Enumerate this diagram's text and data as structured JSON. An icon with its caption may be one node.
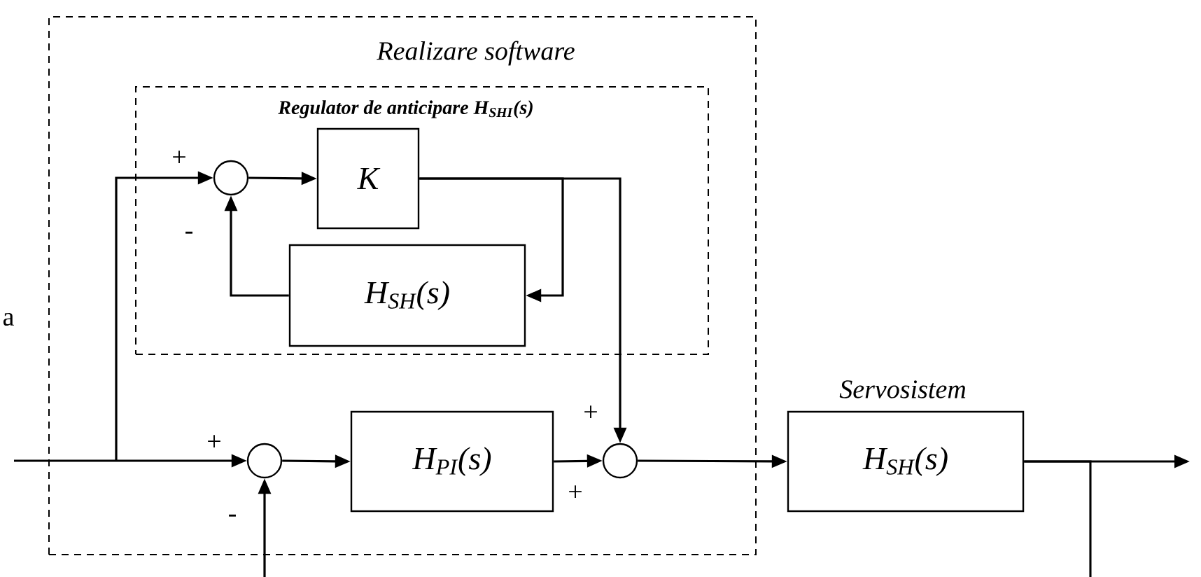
{
  "diagram": {
    "nodes": [
      {
        "text": [
          "Realizare software"
        ]
      },
      {
        "text": [
          "Regulator de anticipare H$_{SHI}$(s)"
        ],
        "in": 0
      },
      {
        "text": [],
        "shape": "circle",
        "in": 1
      },
      {
        "text": [
          "K"
        ],
        "in": 1
      },
      {
        "text": [
          "H$_{SH}$(s)"
        ],
        "in": 1
      },
      {
        "text": [],
        "shape": "circle",
        "in": 0
      },
      {
        "text": [
          "H$_{PI}$(s)"
        ],
        "in": 0
      },
      {
        "text": [],
        "shape": "circle",
        "in": 0
      },
      {
        "text": [
          "H$_{SH}$(s)"
        ],
        "beside": [
          "Servosistem"
        ]
      }
    ],
    "edges": [
      {
        "from": null,
        "to": 5,
        "arrow": "to"
      },
      {
        "from": null,
        "to": 2,
        "arrow": "to"
      },
      {
        "from": 2,
        "to": 3,
        "arrow": "to"
      },
      {
        "from": 3,
        "to": 7,
        "arrow": "to"
      },
      {
        "from": 3,
        "to": 4,
        "arrow": "to"
      },
      {
        "from": 4,
        "to": 2,
        "arrow": "to"
      },
      {
        "from": 5,
        "to": 6,
        "arrow": "to"
      },
      {
        "from": 6,
        "to": 7,
        "arrow": "to"
      },
      {
        "from": 7,
        "to": 8,
        "arrow": "to"
      },
      {
        "from": 8,
        "to": null,
        "arrow": "to"
      },
      {
        "from": 8,
        "to": null,
        "arrow": "none"
      },
      {
        "from": null,
        "to": 5,
        "arrow": "to"
      }
    ],
    "labels": [
      "+",
      "-",
      "a",
      "+",
      "+",
      "+",
      "-"
    ]
  }
}
